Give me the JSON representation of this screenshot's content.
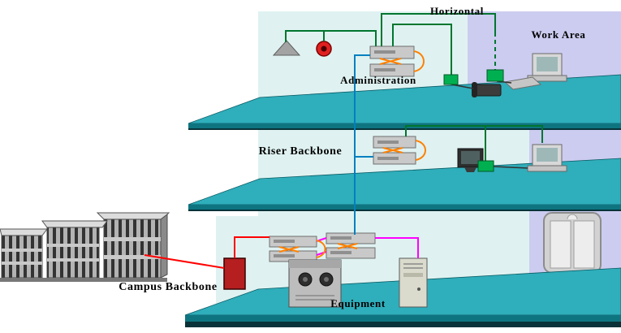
{
  "diagram": {
    "labels": {
      "horizontal": "Horizontal",
      "work_area": "Work Area",
      "administration": "Administration",
      "riser_backbone": "Riser Backbone",
      "campus_backbone": "Campus Backbone",
      "equipment": "Equipment"
    },
    "colors": {
      "floor_teal": "#2FAEBB",
      "floor_edge": "#0E7580",
      "floor_dark": "#083238",
      "wall_cyan": "#DFF2F1",
      "wall_lavender": "#CCCCF0",
      "cable_green": "#00762F",
      "cable_blue": "#0080C0",
      "cable_red": "#FF0000",
      "cable_magenta": "#FF00FF",
      "cable_orange": "#FF8000",
      "jack_green": "#00B050",
      "backbone_box_red": "#B51F1F"
    }
  }
}
